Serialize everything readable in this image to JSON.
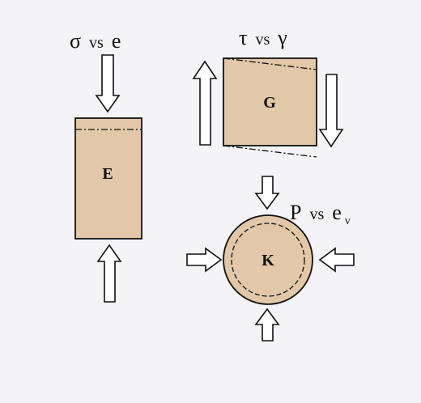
{
  "colors": {
    "background": "#f4f4f6",
    "block_fill": "#e2c7a8",
    "stroke": "#111111",
    "arrow_fill": "#ffffff"
  },
  "panels": {
    "axial": {
      "label": "E",
      "caption_symbol": "σ",
      "caption_vs": "vs",
      "caption_var": "e",
      "load": "compression-arrows-top-bottom"
    },
    "shear": {
      "label": "G",
      "caption_symbol": "τ",
      "caption_vs": "vs",
      "caption_var": "γ",
      "load": "shear-arrows-left-up-right-down"
    },
    "volumetric": {
      "label": "K",
      "caption_symbol": "P",
      "caption_vs": "vs",
      "caption_var": "e",
      "caption_subscript": "v",
      "load": "pressure-arrows-four-sides"
    }
  }
}
